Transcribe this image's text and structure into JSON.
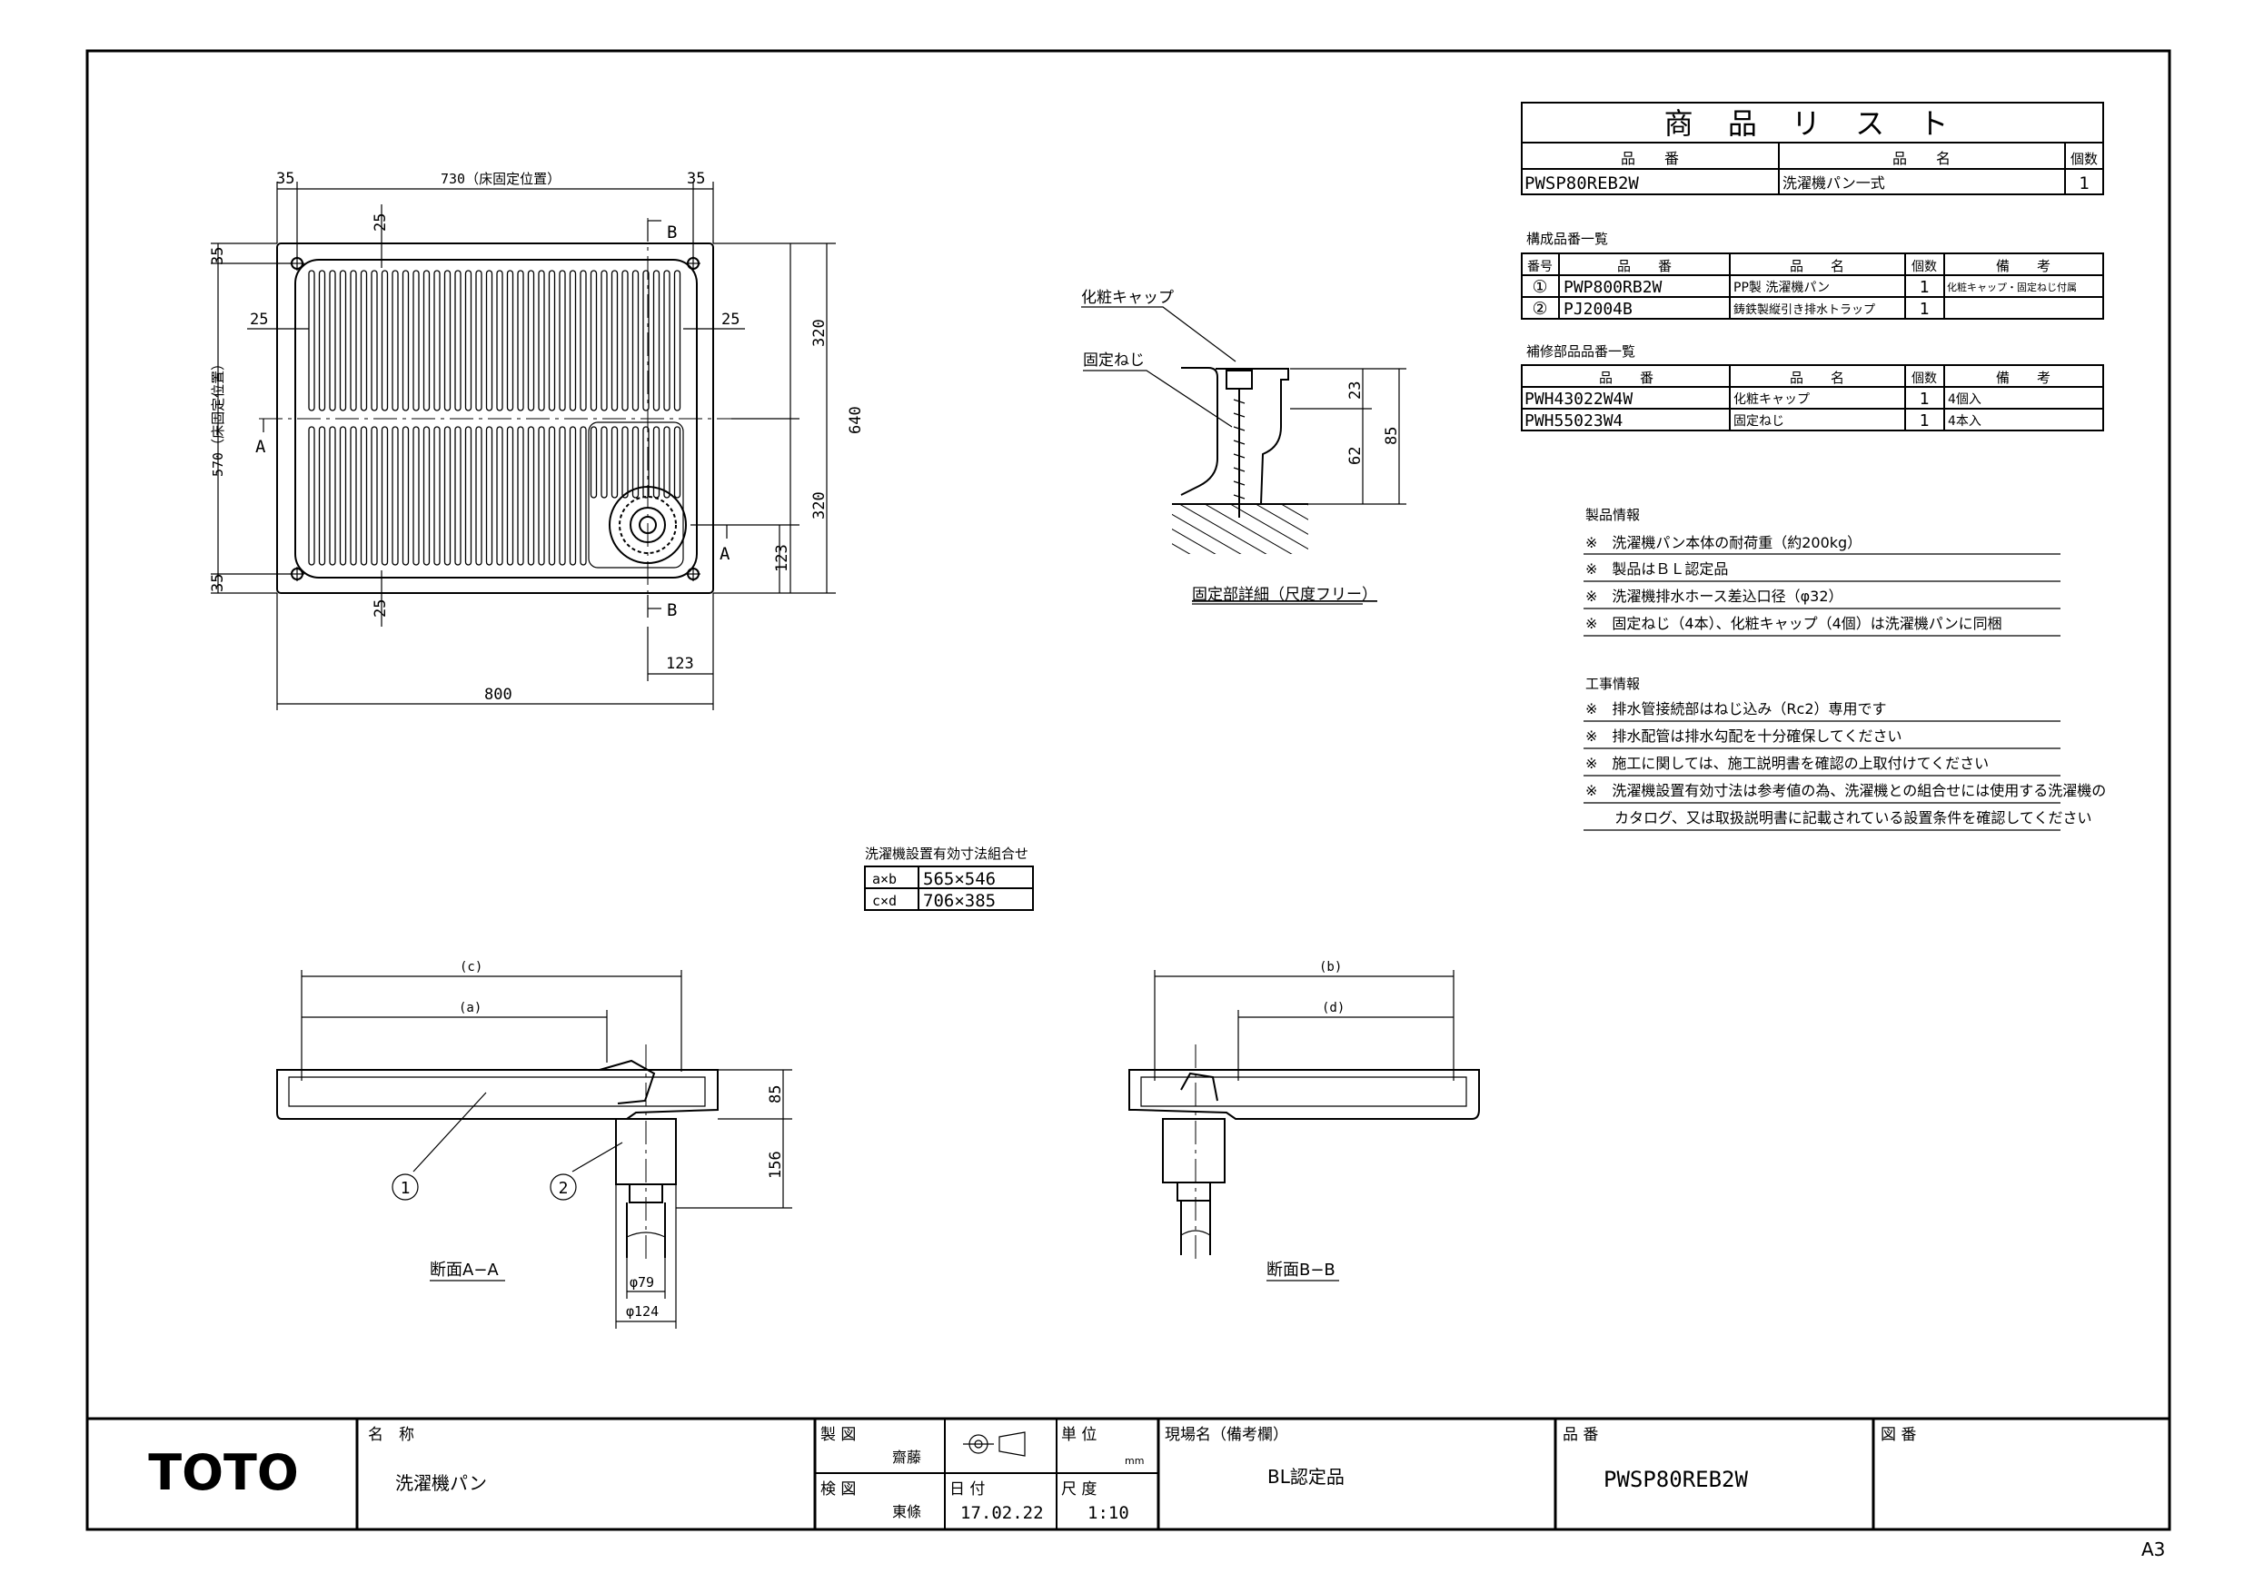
{
  "product_list": {
    "title": "商 品 リ ス ト",
    "headers": [
      "品　　番",
      "品　　名",
      "個数"
    ],
    "row": [
      "PWSP80REB2W",
      "洗濯機パン一式",
      "1"
    ]
  },
  "components": {
    "title": "構成品番一覧",
    "headers": [
      "番号",
      "品　　番",
      "品　　名",
      "個数",
      "備　　考"
    ],
    "rows": [
      [
        "①",
        "PWP800RB2W",
        "PP製 洗濯機パン",
        "1",
        "化粧キャップ・固定ねじ付属"
      ],
      [
        "②",
        "PJ2004B",
        "鋳鉄製縦引き排水トラップ",
        "1",
        ""
      ]
    ]
  },
  "repair_parts": {
    "title": "補修部品品番一覧",
    "headers": [
      "品　　番",
      "品　　名",
      "個数",
      "備　　考"
    ],
    "rows": [
      [
        "PWH43022W4W",
        "化粧キャップ",
        "1",
        "4個入"
      ],
      [
        "PWH55023W4",
        "固定ねじ",
        "1",
        "4本入"
      ]
    ]
  },
  "product_info": {
    "title": "製品情報",
    "items": [
      "※　洗濯機パン本体の耐荷重（約200kg）",
      "※　製品はＢＬ認定品",
      "※　洗濯機排水ホース差込口径（φ32）",
      "※　固定ねじ（4本）、化粧キャップ（4個）は洗濯機パンに同梱"
    ]
  },
  "construction_info": {
    "title": "工事情報",
    "items": [
      "※　排水管接続部はねじ込み（Rc2）専用です",
      "※　排水配管は排水勾配を十分確保してください",
      "※　施工に関しては、施工説明書を確認の上取付けてください",
      "※　洗濯機設置有効寸法は参考値の為、洗濯機との組合せには使用する洗濯機の",
      "　　カタログ、又は取扱説明書に記載されている設置条件を確認してください"
    ]
  },
  "effective_dims": {
    "title": "洗濯機設置有効寸法組合せ",
    "rows": [
      [
        "a×b",
        "565×546"
      ],
      [
        "c×d",
        "706×385"
      ]
    ]
  },
  "plan_dims": {
    "top": [
      "35",
      "730（床固定位置）",
      "35"
    ],
    "top_inner": "25",
    "bottom_inner": "25",
    "left_vertical": [
      "35",
      "570（床固定位置）",
      "35"
    ],
    "left_inner": "25",
    "right_inner": "25",
    "right_vertical": [
      "320",
      "320",
      "640"
    ],
    "drain_offset_v": "123",
    "drain_offset_h": "123",
    "overall_width": "800",
    "section_a": "A",
    "section_b": "B"
  },
  "fixing_detail": {
    "labels": [
      "化粧キャップ",
      "固定ねじ"
    ],
    "dims": [
      "23",
      "62",
      "85"
    ],
    "caption": "固定部詳細（尺度フリー）"
  },
  "section_aa": {
    "dims": [
      "(c)",
      "(a)",
      "85",
      "156",
      "φ79",
      "φ124"
    ],
    "balloons": [
      "1",
      "2"
    ],
    "caption": "断面A−A"
  },
  "section_bb": {
    "dims": [
      "(b)",
      "(d)"
    ],
    "caption": "断面B−B"
  },
  "title_block": {
    "logo": "TOTO",
    "name_label": "名　称",
    "name_value": "洗濯機パン",
    "drawn_label": "製 図",
    "drawn_by": "齋藤",
    "checked_label": "検 図",
    "checked_by": "東條",
    "date_label": "日 付",
    "date_value": "17.02.22",
    "unit_label": "単 位",
    "unit_value": "mm",
    "scale_label": "尺 度",
    "scale_value": "1:10",
    "site_label": "現場名（備考欄）",
    "site_value": "BL認定品",
    "part_label": "品 番",
    "part_value": "PWSP80REB2W",
    "drawing_no_label": "図 番",
    "sheet_size": "A3"
  }
}
